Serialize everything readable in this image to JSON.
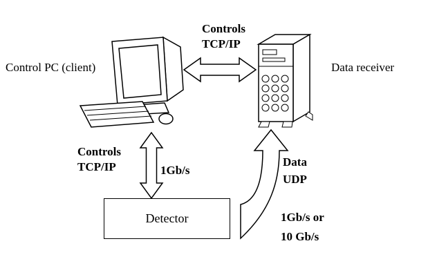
{
  "background": "#ffffff",
  "stroke_color": "#000000",
  "arrow_fill": "#ffffff",
  "nodes": {
    "control_pc": {
      "label": "Control PC (client)",
      "icon": "desktop-computer-icon"
    },
    "data_receiver": {
      "label": "Data receiver",
      "icon": "server-tower-icon"
    },
    "detector": {
      "label": "Detector"
    }
  },
  "links": {
    "pc_receiver": {
      "protocol_line1": "Controls",
      "protocol_line2": "TCP/IP"
    },
    "pc_detector": {
      "protocol_line1": "Controls",
      "protocol_line2": "TCP/IP",
      "rate": "1Gb/s"
    },
    "detector_receiver": {
      "protocol_line1": "Data",
      "protocol_line2": "UDP",
      "rate_line1": "1Gb/s or",
      "rate_line2": "10 Gb/s"
    }
  }
}
